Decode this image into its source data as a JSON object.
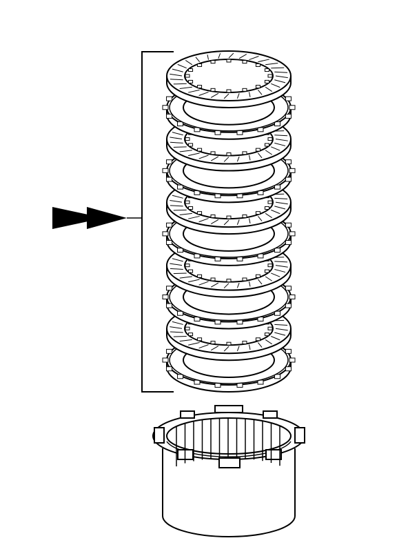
{
  "figure": {
    "components": [
      "clutch-plate-stack",
      "clutch-housing-drum"
    ],
    "stack": {
      "plate_count": 10,
      "plate_types": [
        "friction",
        "steel",
        "friction",
        "steel",
        "friction",
        "steel",
        "friction",
        "steel",
        "friction",
        "steel"
      ]
    },
    "pointer": {
      "icon": "double-arrow-icon",
      "target": "clutch-plate-stack"
    },
    "colors": {
      "line": "#000000",
      "paper": "#ffffff"
    }
  }
}
